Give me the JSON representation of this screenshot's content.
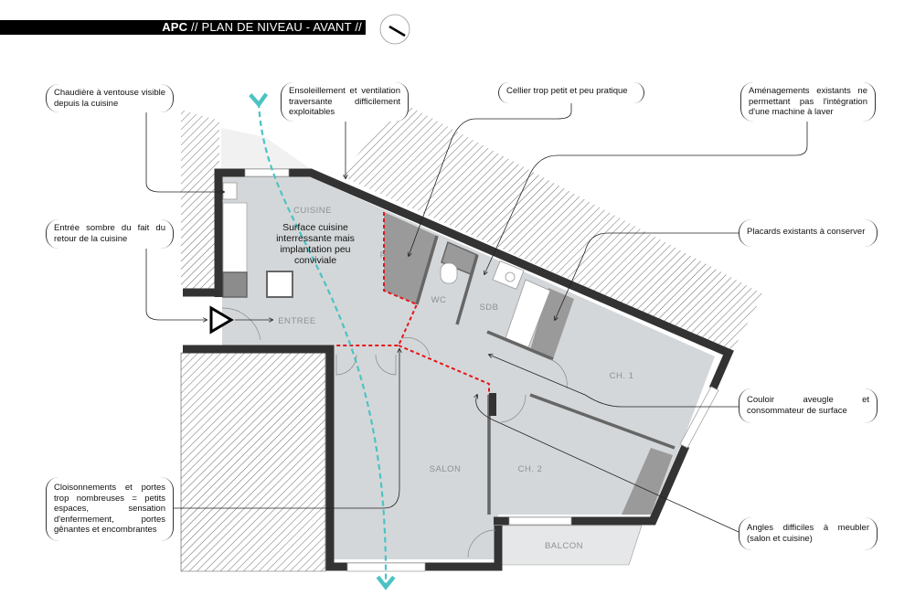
{
  "header": {
    "brand": "APC",
    "title": " // PLAN DE NIVEAU - AVANT //"
  },
  "compass_icon": "north-arrow",
  "rooms": {
    "cuisine": "CUISINE",
    "entree": "ENTREE",
    "wc": "WC",
    "sdb": "SDB",
    "ch1": "CH. 1",
    "ch2": "CH. 2",
    "salon": "SALON",
    "balcon": "BALCON",
    "placard": "P"
  },
  "kitchen_note": [
    "Surface cuisine",
    "interressante mais",
    "implantation peu",
    "conviviale"
  ],
  "callouts": {
    "chaudiere": "Chaudière à ventouse visible depuis la cuisine",
    "ensoleillement": "Ensoleillement et ventilation traversante difficilement exploitables",
    "cellier": "Cellier trop petit et peu pratique",
    "amenagements": "Aménagements existants ne permettant pas l'intégration d'une machine à laver",
    "placards": "Placards existants à conserver",
    "entree": "Entrée sombre du fait du retour de la cuisine",
    "couloir": "Couloir aveugle et consommateur de surface",
    "cloisonnements": "Cloisonnements et portes trop nombreuses = petits espaces, sensation d'enfermement, portes gênantes et encombrantes",
    "angles": "Angles difficiles à meubler (salon et cuisine)"
  },
  "colors": {
    "wall": "#333333",
    "floor": "#d4d7d9",
    "storage": "#9a9a9a",
    "demolition": "#e3161b",
    "airflow": "#4cc3c3"
  }
}
